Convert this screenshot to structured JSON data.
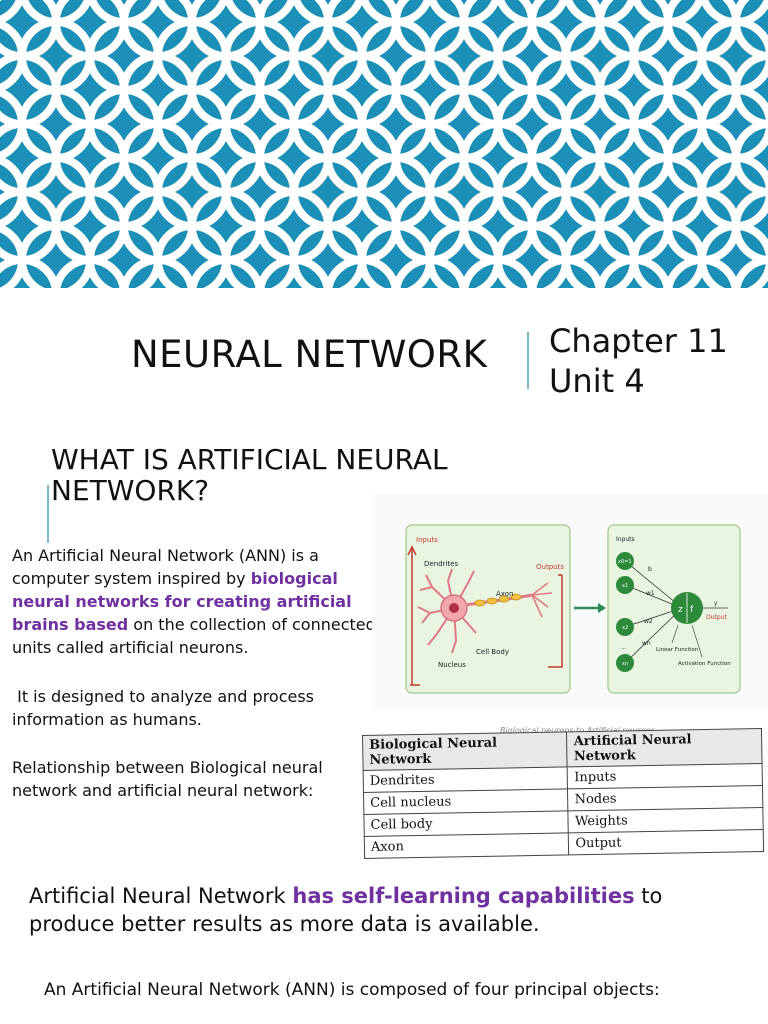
{
  "colors": {
    "banner_bg": "#1b8fb8",
    "pattern": "#ffffff",
    "highlight": "#7030a0",
    "accent_rule": "#7fb8cf"
  },
  "header": {
    "title": "NEURAL NETWORK",
    "chapter_line1": "Chapter 11",
    "chapter_line2": "Unit 4"
  },
  "section": {
    "title_line1": "WHAT IS ARTIFICIAL NEURAL",
    "title_line2": "NETWORK?"
  },
  "body": {
    "p1_before": "An Artificial Neural Network (ANN) is a computer system inspired by ",
    "p1_highlight": "biological neural networks for creating artificial brains based",
    "p1_after": " on the collection of connected units called artificial neurons.",
    "p2": "It is designed to analyze and process information as humans.",
    "p3": "Relationship between Biological neural network and artificial neural network:"
  },
  "diagram": {
    "bio_inputs": "Inputs",
    "bio_outputs": "Outputs",
    "dendrites": "Dendrites",
    "axon": "Axon",
    "nucleus": "Nucleus",
    "cell_body": "Cell Body",
    "art_inputs": "Inputs",
    "output": "Output",
    "linear_function": "Linear Function",
    "activation_function": "Activation Function",
    "node_x0": "x0=1",
    "node_x1": "x1",
    "node_x2": "x2",
    "node_xn": "xn",
    "w_b": "b",
    "w_1": "w1",
    "w_2": "w2",
    "w_n": "wn",
    "dots": "...",
    "z": "z",
    "f": "f",
    "y": "y"
  },
  "table": {
    "caption": "Biological neurons to Artificial neurons",
    "headers": [
      "Biological Neural Network",
      "Artificial Neural Network"
    ],
    "rows": [
      [
        "Dendrites",
        "Inputs"
      ],
      [
        "Cell nucleus",
        "Nodes"
      ],
      [
        "Cell body",
        "Weights"
      ],
      [
        "Axon",
        "Output"
      ]
    ]
  },
  "statement": {
    "before": "Artificial Neural Network ",
    "highlight": "has self-learning capabilities",
    "after": " to produce better results as more data is available."
  },
  "closing": "An Artificial Neural Network (ANN) is composed of four principal objects:"
}
